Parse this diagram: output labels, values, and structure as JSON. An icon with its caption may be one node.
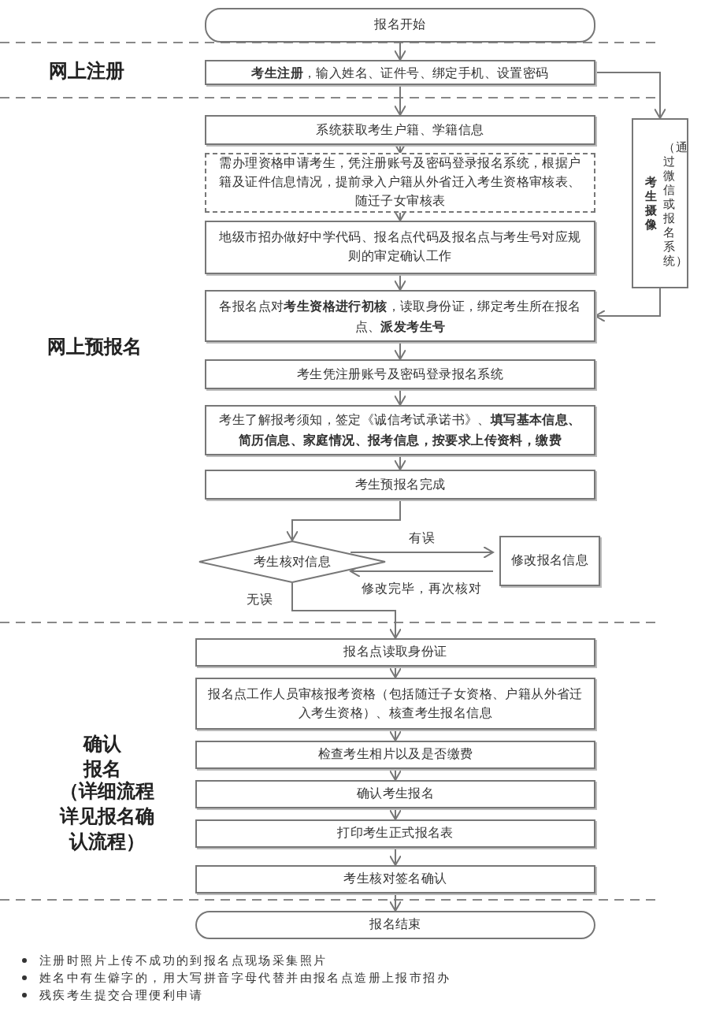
{
  "diagram": {
    "nodes": [
      {
        "text": [
          "报名开始"
        ]
      },
      {
        "text": [
          "**考生注册**，输入姓名、证件号、绑定手机、设置密码"
        ]
      },
      {
        "text": [
          "系统获取考生户籍、学籍信息"
        ]
      },
      {
        "text": [
          "需办理资格申请考生，凭注册账号及密码登录报名系统，根据户籍及证件信息情况，提前录入户籍从外省迁入考生资格审核表、随迁子女审核表"
        ]
      },
      {
        "text": [
          "地级市招办做好中学代码、报名点代码及报名点与考生号对应规则的审定确认工作"
        ]
      },
      {
        "text": [
          "各报名点对**考生资格进行初核**，读取身份证，绑定考生所在报名点、**派发考生号**"
        ]
      },
      {
        "text": [
          "考生凭注册账号及密码登录报名系统"
        ]
      },
      {
        "text": [
          "考生了解报考须知，签定《诚信考试承诺书》、**填写基本信息、简历信息、家庭情况、报考信息，按要求上传资料，缴费**"
        ]
      },
      {
        "text": [
          "考生预报名完成"
        ]
      },
      {
        "text": [
          "考生核对信息"
        ]
      },
      {
        "text": [
          "修改报名信息"
        ]
      },
      {
        "text": [
          "报名点读取身份证"
        ]
      },
      {
        "text": [
          "报名点工作人员审核报考资格（包括随迁子女资格、户籍从外省迁入考生资格）、核查考生报名信息"
        ]
      },
      {
        "text": [
          "检查考生相片以及是否缴费"
        ]
      },
      {
        "text": [
          "确认考生报名"
        ]
      },
      {
        "text": [
          "打印考生正式报名表"
        ]
      },
      {
        "text": [
          "考生核对签名确认"
        ]
      },
      {
        "text": [
          "报名结束"
        ]
      },
      {
        "text": [
          "考生摄像",
          "（通过微信或报名系统）"
        ]
      }
    ],
    "edges": [
      {
        "from": 0,
        "to": 1,
        "arrow": "to"
      },
      {
        "from": 1,
        "to": 2,
        "arrow": "to"
      },
      {
        "from": 2,
        "to": 3,
        "arrow": "to"
      },
      {
        "from": 3,
        "to": 4,
        "arrow": "to"
      },
      {
        "from": 4,
        "to": 5,
        "arrow": "to"
      },
      {
        "from": 5,
        "to": 6,
        "arrow": "to"
      },
      {
        "from": 6,
        "to": 7,
        "arrow": "to"
      },
      {
        "from": 7,
        "to": 8,
        "arrow": "to"
      },
      {
        "from": 8,
        "to": 9,
        "arrow": "to"
      },
      {
        "from": 9,
        "to": 10,
        "arrow": "to",
        "label": "有误"
      },
      {
        "from": 10,
        "to": 9,
        "arrow": "to",
        "label": "修改完毕，再次核对"
      },
      {
        "from": 9,
        "to": 11,
        "arrow": "to",
        "label": "无误"
      },
      {
        "from": 11,
        "to": 12,
        "arrow": "to"
      },
      {
        "from": 12,
        "to": 13,
        "arrow": "to"
      },
      {
        "from": 13,
        "to": 14,
        "arrow": "to"
      },
      {
        "from": 14,
        "to": 15,
        "arrow": "to"
      },
      {
        "from": 15,
        "to": 16,
        "arrow": "to"
      },
      {
        "from": 16,
        "to": 17,
        "arrow": "to"
      },
      {
        "from": 1,
        "to": 18,
        "arrow": "to"
      },
      {
        "from": 18,
        "to": 5,
        "arrow": "to"
      }
    ],
    "labels": [
      "网上注册",
      "网上预报名",
      "确认报名",
      "（详细流程详见报名确认流程）",
      "注册时照片上传不成功的到报名点现场采集照片",
      "姓名中有生僻字的，用大写拼音字母代替并由报名点造册上报市招办",
      "残疾考生提交合理便利申请"
    ]
  }
}
